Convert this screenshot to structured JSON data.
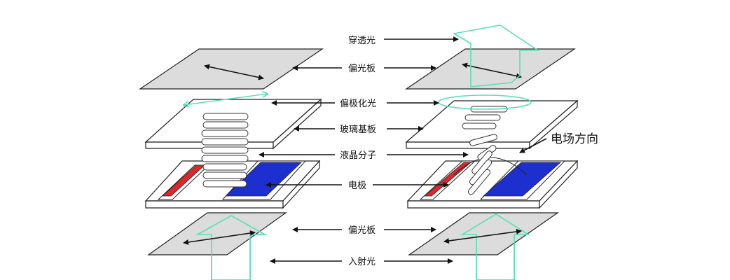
{
  "labels": {
    "transmitted_light": "穿透光",
    "polarizer_top": "偏光板",
    "polarized_light": "偏极化光",
    "glass_substrate": "玻璃基板",
    "liquid_crystal_molecule": "液晶分子",
    "electrode": "电极",
    "polarizer_bottom": "偏光板",
    "incident_light": "入射光",
    "electric_field_direction": "电场方向"
  },
  "colors": {
    "light_beam": "#58e0b4",
    "electrode_positive": "#e0262a",
    "electrode_negative": "#1e2fd0",
    "polarizer": "#dcdcdc",
    "outline": "#222222"
  }
}
